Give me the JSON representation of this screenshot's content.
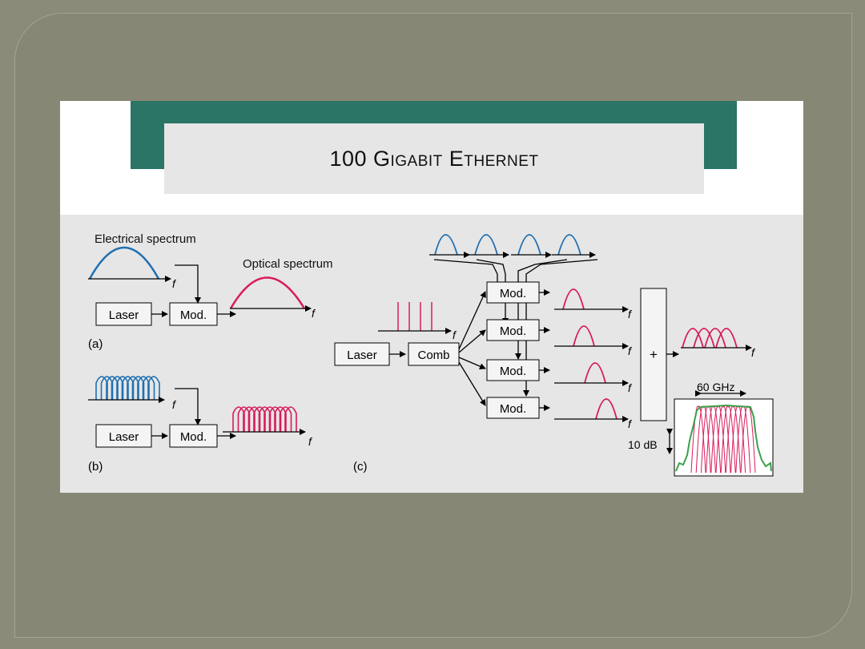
{
  "slide": {
    "title": "100 Gigabit Ethernet"
  },
  "diagram": {
    "panel_a": {
      "label": "(a)",
      "electrical_label": "Electrical spectrum",
      "optical_label": "Optical spectrum",
      "laser": "Laser",
      "mod": "Mod.",
      "f": "f"
    },
    "panel_b": {
      "label": "(b)",
      "laser": "Laser",
      "mod": "Mod.",
      "f": "f"
    },
    "panel_c": {
      "label": "(c)",
      "laser": "Laser",
      "comb": "Comb",
      "mod": "Mod.",
      "plus": "+",
      "f": "f",
      "bandwidth_label": "60 GHz",
      "db_label": "10 dB"
    },
    "colors": {
      "electrical": "#1f6fb0",
      "optical": "#d81b5b",
      "measured": "#3aa14a"
    }
  }
}
